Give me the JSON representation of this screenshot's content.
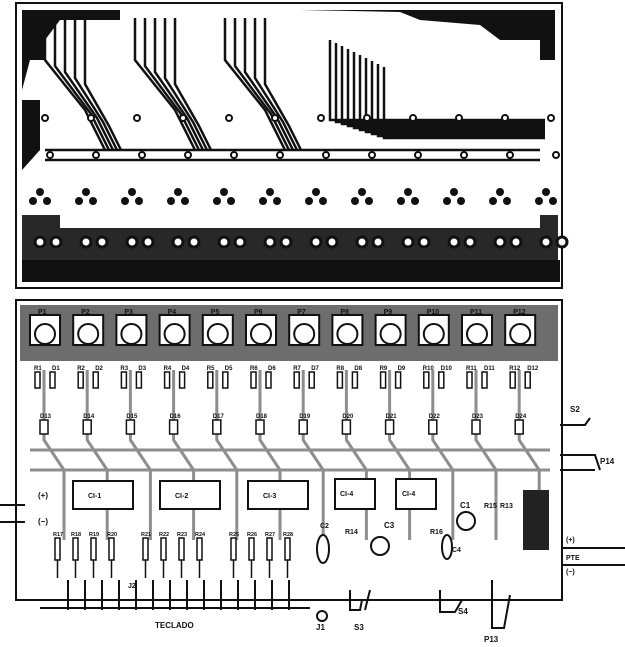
{
  "board": {
    "pots": [
      "P1",
      "P2",
      "P3",
      "P4",
      "P5",
      "P6",
      "P7",
      "P8",
      "P9",
      "P10",
      "P11",
      "P12"
    ],
    "resistors_top": [
      "R1",
      "R2",
      "R3",
      "R4",
      "R5",
      "R6",
      "R7",
      "R8",
      "R9",
      "R10",
      "R11",
      "R12"
    ],
    "diodes_top": [
      "D1",
      "D2",
      "D3",
      "D4",
      "D5",
      "D6",
      "D7",
      "D8",
      "D9",
      "D10",
      "D11",
      "D12"
    ],
    "diodes_mid": [
      "D13",
      "D14",
      "D15",
      "D16",
      "D17",
      "D18",
      "D19",
      "D20",
      "D21",
      "D22",
      "D23",
      "D24"
    ],
    "ics": [
      "CI-1",
      "CI-2",
      "CI-3",
      "CI-4",
      "CI-4"
    ],
    "resistors_bottom": [
      "R17",
      "R18",
      "R19",
      "R20",
      "R21",
      "R22",
      "R23",
      "R24",
      "R25",
      "R26",
      "R27",
      "R28"
    ],
    "misc": {
      "s2": "S2",
      "p14": "P14",
      "plus": "(+)",
      "minus": "(−)",
      "plus_right": "(+)",
      "pte": "PTE",
      "minus_right": "(−)",
      "c1": "C1",
      "c2": "C2",
      "c3": "C3",
      "c4": "C4",
      "r13": "R13",
      "r14": "R14",
      "r15": "R15",
      "r16": "R16",
      "j1": "J1",
      "j2": "J2",
      "s3": "S3",
      "s4": "S4",
      "p13": "P13",
      "teclado": "TECLADO"
    }
  }
}
